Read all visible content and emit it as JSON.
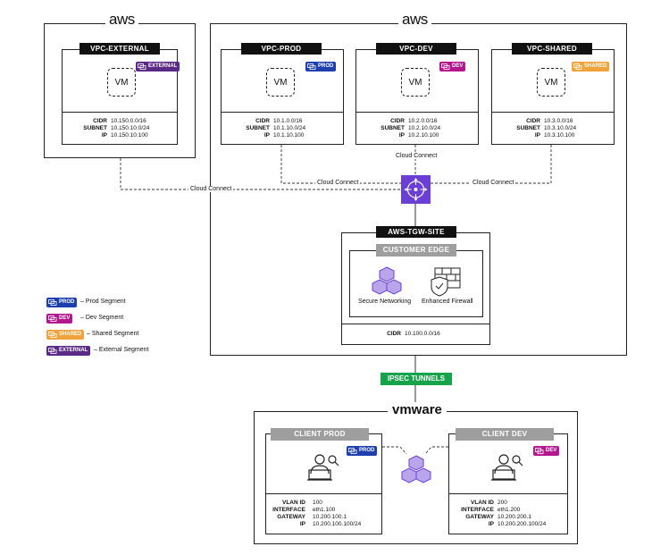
{
  "aws_logo": "aws",
  "vmware_logo": "vmware",
  "colors": {
    "prod": "#1e40af",
    "dev": "#b5178f",
    "shared": "#f0a33a",
    "external": "#5b2a86",
    "ipsec": "#16a34a",
    "tgw": "#6b3fd6"
  },
  "vpc_external": {
    "header": "VPC-EXTERNAL",
    "vm": "VM",
    "badge": "EXTERNAL",
    "cidr_key": "CIDR",
    "cidr": "10.150.0.0/16",
    "subnet_key": "SUBNET",
    "subnet": "10.150.10.0/24",
    "ip_key": "IP",
    "ip": "10.150.10.100"
  },
  "vpc_prod": {
    "header": "VPC-PROD",
    "vm": "VM",
    "badge": "PROD",
    "cidr_key": "CIDR",
    "cidr": "10.1.0.0/16",
    "subnet_key": "SUBNET",
    "subnet": "10.1.10.0/24",
    "ip_key": "IP",
    "ip": "10.1.10.100"
  },
  "vpc_dev": {
    "header": "VPC-DEV",
    "vm": "VM",
    "badge": "DEV",
    "cidr_key": "CIDR",
    "cidr": "10.2.0.0/16",
    "subnet_key": "SUBNET",
    "subnet": "10.2.10.0/24",
    "ip_key": "IP",
    "ip": "10.2.10.100"
  },
  "vpc_shared": {
    "header": "VPC-SHARED",
    "vm": "VM",
    "badge": "SHARED",
    "cidr_key": "CIDR",
    "cidr": "10.3.0.0/16",
    "subnet_key": "SUBNET",
    "subnet": "10.3.10.0/24",
    "ip_key": "IP",
    "ip": "10.3.10.100"
  },
  "connections": {
    "cloud_connect": "Cloud Connect"
  },
  "tgw_site": {
    "header": "AWS-TGW-SITE",
    "ce_header": "CUSTOMER EDGE (CE)",
    "secure_networking": "Secure Networking",
    "enhanced_firewall": "Enhanced Firewall",
    "cidr_key": "CIDR",
    "cidr": "10.100.0.0/16"
  },
  "ipsec": "IPSEC TUNNELS",
  "client_prod": {
    "header": "CLIENT PROD",
    "badge": "PROD",
    "vlan_key": "VLAN ID",
    "vlan": "100",
    "iface_key": "INTERFACE",
    "iface": "eth1.100",
    "gw_key": "GATEWAY",
    "gw": "10.200.100.1",
    "ip_key": "IP",
    "ip": "10.200.100.100/24"
  },
  "client_dev": {
    "header": "CLIENT DEV",
    "badge": "DEV",
    "vlan_key": "VLAN ID",
    "vlan": "200",
    "iface_key": "INTERFACE",
    "iface": "eth1.200",
    "gw_key": "GATEWAY",
    "gw": "10.200.200.1",
    "ip_key": "IP",
    "ip": "10.200.200.100/24"
  },
  "legend": [
    {
      "badge": "PROD",
      "text": "– Prod Segment"
    },
    {
      "badge": "DEV",
      "text": "– Dev Segment"
    },
    {
      "badge": "SHARED",
      "text": "– Shared Segment"
    },
    {
      "badge": "EXTERNAL",
      "text": "– External Segment"
    }
  ]
}
